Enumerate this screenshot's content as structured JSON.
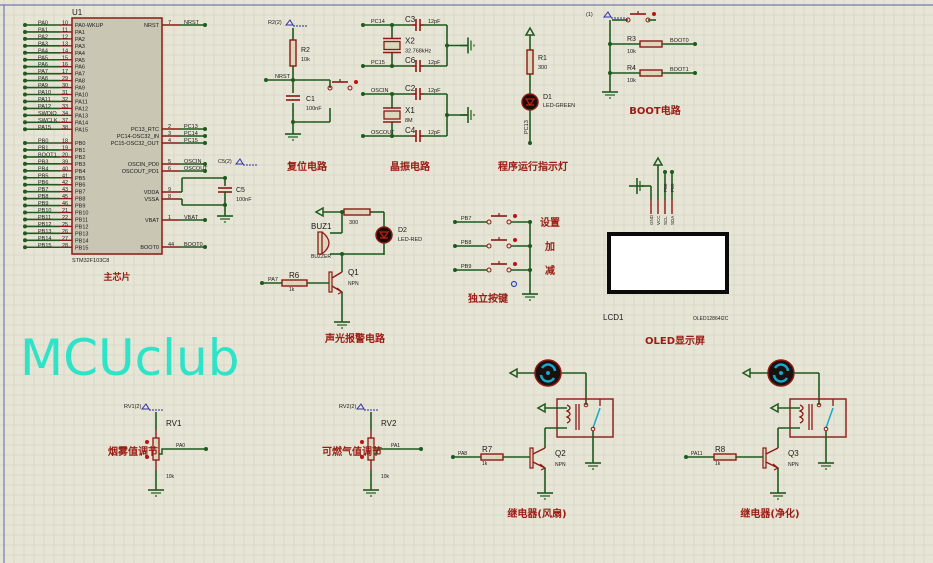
{
  "watermark": "MCUclub",
  "colors": {
    "background": "#e7e5d5",
    "grid": "#cfcdbd",
    "wire": "#1f5a1f",
    "component": "#8b1a14",
    "title": "#9a1c14",
    "watermark": "#2fe3c9",
    "probe": "#3030a0"
  },
  "mcu": {
    "ref": "U1",
    "part": "STM32F103C8",
    "title": "主芯片",
    "left_pins": [
      {
        "net": "PA0",
        "num": "10",
        "name": "PA0-WKUP"
      },
      {
        "net": "PA1",
        "num": "11",
        "name": "PA1"
      },
      {
        "net": "PA2",
        "num": "12",
        "name": "PA2"
      },
      {
        "net": "PA3",
        "num": "13",
        "name": "PA3"
      },
      {
        "net": "PA4",
        "num": "14",
        "name": "PA4"
      },
      {
        "net": "PA5",
        "num": "15",
        "name": "PA5"
      },
      {
        "net": "PA6",
        "num": "16",
        "name": "PA6"
      },
      {
        "net": "PA7",
        "num": "17",
        "name": "PA7"
      },
      {
        "net": "PA8",
        "num": "29",
        "name": "PA8"
      },
      {
        "net": "PA9",
        "num": "30",
        "name": "PA9"
      },
      {
        "net": "PA10",
        "num": "31",
        "name": "PA10"
      },
      {
        "net": "PA11",
        "num": "32",
        "name": "PA11"
      },
      {
        "net": "PA12",
        "num": "33",
        "name": "PA12"
      },
      {
        "net": "SWDIO",
        "num": "34",
        "name": "PA13"
      },
      {
        "net": "SWCLK",
        "num": "37",
        "name": "PA14"
      },
      {
        "net": "PA15",
        "num": "38",
        "name": "PA15"
      },
      {
        "net": "PB0",
        "num": "18",
        "name": "PB0"
      },
      {
        "net": "PB1",
        "num": "19",
        "name": "PB1"
      },
      {
        "net": "BOOT1",
        "num": "20",
        "name": "PB2"
      },
      {
        "net": "PB3",
        "num": "39",
        "name": "PB3"
      },
      {
        "net": "PB4",
        "num": "40",
        "name": "PB4"
      },
      {
        "net": "PB5",
        "num": "41",
        "name": "PB5"
      },
      {
        "net": "PB6",
        "num": "42",
        "name": "PB6"
      },
      {
        "net": "PB7",
        "num": "43",
        "name": "PB7"
      },
      {
        "net": "PB8",
        "num": "45",
        "name": "PB8"
      },
      {
        "net": "PB9",
        "num": "46",
        "name": "PB9"
      },
      {
        "net": "PB10",
        "num": "21",
        "name": "PB10"
      },
      {
        "net": "PB11",
        "num": "22",
        "name": "PB11"
      },
      {
        "net": "PB12",
        "num": "25",
        "name": "PB12"
      },
      {
        "net": "PB13",
        "num": "26",
        "name": "PB13"
      },
      {
        "net": "PB14",
        "num": "27",
        "name": "PB14"
      },
      {
        "net": "PB15",
        "num": "28",
        "name": "PB15"
      }
    ],
    "right_pins": [
      {
        "num": "7",
        "name": "NRST",
        "net": "NRST"
      },
      {
        "num": "2",
        "name": "PC13_RTC",
        "net": "PC13"
      },
      {
        "num": "3",
        "name": "PC14-OSC32_IN",
        "net": "PC14"
      },
      {
        "num": "4",
        "name": "PC15-OSC32_OUT",
        "net": "PC15"
      },
      {
        "num": "5",
        "name": "OSCIN_PD0",
        "net": "OSCIN"
      },
      {
        "num": "6",
        "name": "OSCOUT_PD1",
        "net": "OSCOUT"
      },
      {
        "num": "9",
        "name": "VDDA",
        "net": ""
      },
      {
        "num": "8",
        "name": "VSSA",
        "net": ""
      },
      {
        "num": "1",
        "name": "VBAT",
        "net": "VBAT"
      },
      {
        "num": "44",
        "name": "BOOT0",
        "net": "BOOT0"
      }
    ]
  },
  "c5": {
    "ref": "C5",
    "value": "100nF",
    "probe": "C5(2)"
  },
  "reset": {
    "title": "复位电路",
    "probe": "R2(2)",
    "r_ref": "R2",
    "r_val": "10k",
    "net": "NRST",
    "c_ref": "C1",
    "c_val": "100nF"
  },
  "crystal": {
    "title": "晶振电路",
    "x2": "X2",
    "x2_val": "32.768kHz",
    "x1": "X1",
    "x1_val": "8M",
    "c3": "C3",
    "c6": "C6",
    "c2": "C2",
    "c4": "C4",
    "cap_val": "12pF",
    "net_pc14": "PC14",
    "net_pc15": "PC15",
    "net_oscin": "OSCIN",
    "net_oscout": "OSCOUT"
  },
  "led": {
    "title": "程序运行指示灯",
    "r_ref": "R1",
    "r_val": "300",
    "d_ref": "D1",
    "d_val": "LED-GREEN",
    "net": "PC13"
  },
  "boot": {
    "title": "BOOT电路",
    "probe": "(1)",
    "r3": "R3",
    "r3_val": "10k",
    "r4": "R4",
    "r4_val": "10k",
    "net0": "BOOT0",
    "net1": "BOOT1"
  },
  "alarm": {
    "title": "声光报警电路",
    "buz_ref": "BUZ1",
    "buz_val": "BUZZER",
    "r5_val": "300",
    "d2": "D2",
    "d2_val": "LED-RED",
    "r6": "R6",
    "r6_val": "1k",
    "q": "Q1",
    "q_val": "NPN",
    "net": "PA7"
  },
  "keys": {
    "title": "独立按键",
    "items": [
      {
        "net": "PB7",
        "label": "设置"
      },
      {
        "net": "PB8",
        "label": "加"
      },
      {
        "net": "PB9",
        "label": "减"
      }
    ]
  },
  "oled": {
    "title": "OLED显示屏",
    "ref": "LCD1",
    "part": "OLED12864I2C",
    "pins": [
      "GND",
      "VCC",
      "SCL",
      "SDA"
    ],
    "nets": [
      "PB6",
      "PB5"
    ]
  },
  "rv1": {
    "title": "烟雾值调节",
    "probe": "RV1(2)",
    "ref": "RV1",
    "value": "10k",
    "net": "PA0"
  },
  "rv2": {
    "title": "可燃气值调节",
    "probe": "RV2(2)",
    "ref": "RV2",
    "value": "10k",
    "net": "PA1"
  },
  "relay1": {
    "title": "继电器(风扇)",
    "r_ref": "R7",
    "r_val": "1k",
    "q": "Q2",
    "q_val": "NPN",
    "net": "PA8"
  },
  "relay2": {
    "title": "继电器(净化)",
    "r_ref": "R8",
    "r_val": "1k",
    "q": "Q3",
    "q_val": "NPN",
    "net": "PA11"
  }
}
